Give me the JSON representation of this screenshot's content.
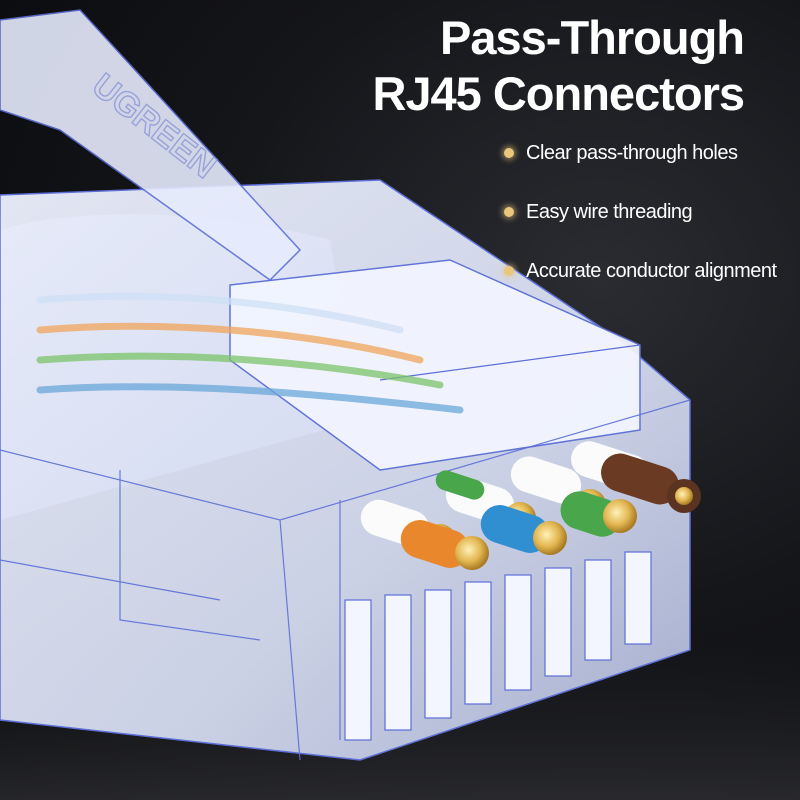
{
  "headline": {
    "line1": "Pass-Through",
    "line2": "RJ45 Connectors"
  },
  "features": [
    {
      "text": "Clear pass-through holes",
      "icon": "glowing-dot-icon"
    },
    {
      "text": "Easy wire threading",
      "icon": "glowing-dot-icon"
    },
    {
      "text": "Accurate conductor alignment",
      "icon": "glowing-dot-icon"
    }
  ],
  "product": {
    "logo_text": "UGREEN",
    "wire_colors": [
      "#ffffff",
      "#e8872b",
      "#ffffff",
      "#4aa64a",
      "#ffffff",
      "#2f8fd0",
      "#ffffff",
      "#6b3a22"
    ]
  },
  "colors": {
    "background": "#0c0d10",
    "headline": "#ffffff",
    "bullet": "#e9c77c",
    "connector_outline": "#5c6fd6"
  }
}
